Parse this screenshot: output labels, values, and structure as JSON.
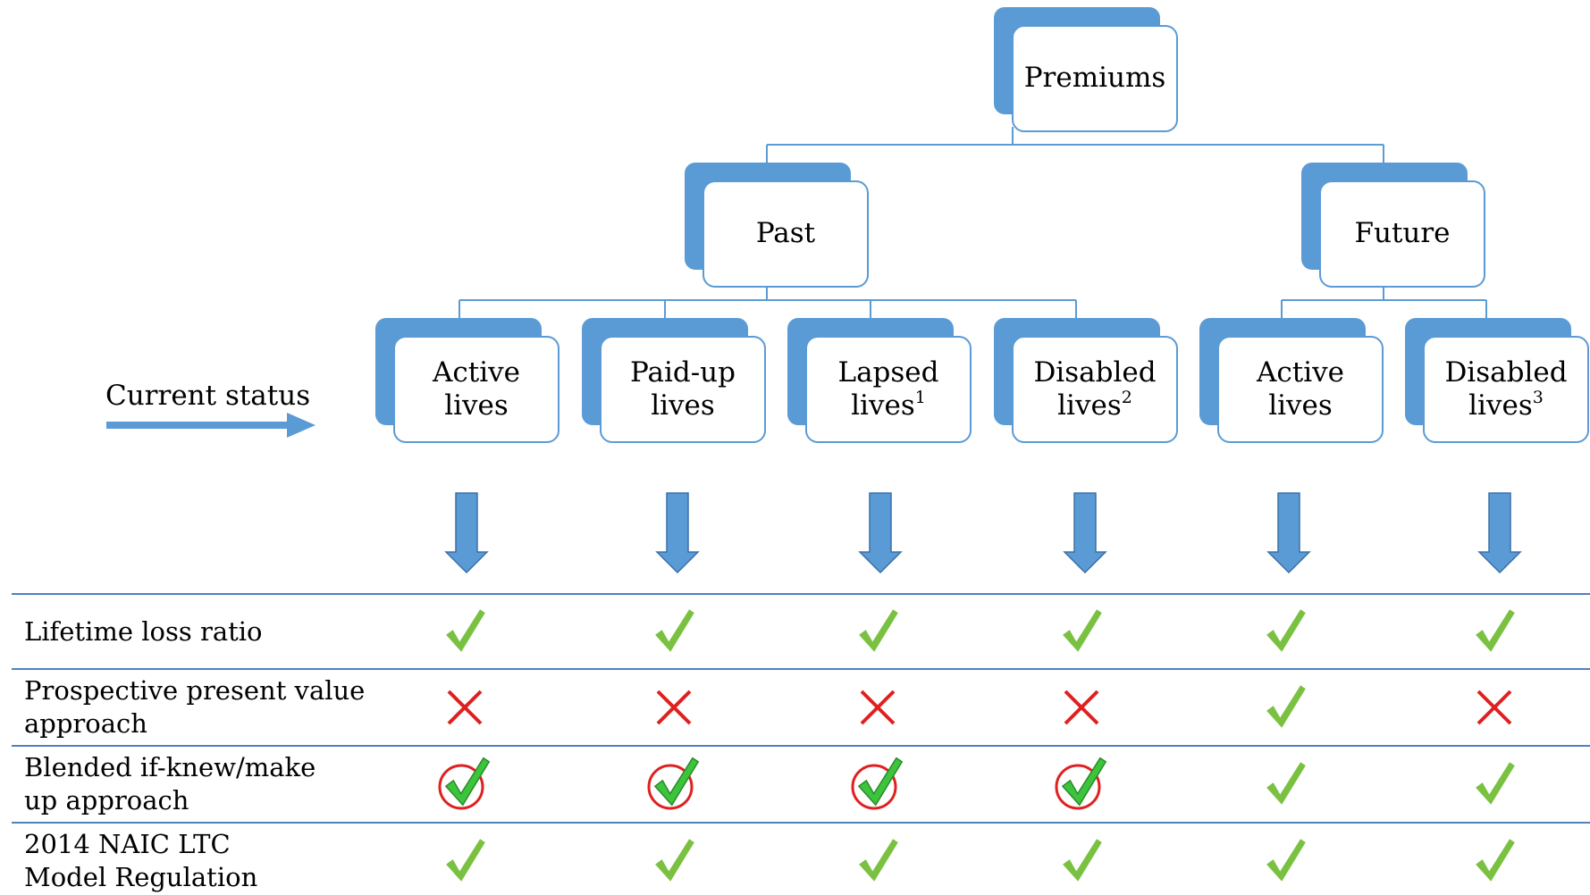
{
  "root": {
    "label": "Premiums"
  },
  "level1": [
    {
      "label": "Past"
    },
    {
      "label": "Future"
    }
  ],
  "leaves": [
    {
      "line1": "Active",
      "line2": "lives",
      "sup": ""
    },
    {
      "line1": "Paid-up",
      "line2": "lives",
      "sup": ""
    },
    {
      "line1": "Lapsed",
      "line2": "lives",
      "sup": "1"
    },
    {
      "line1": "Disabled",
      "line2": "lives",
      "sup": "2"
    },
    {
      "line1": "Active",
      "line2": "lives",
      "sup": ""
    },
    {
      "line1": "Disabled",
      "line2": "lives",
      "sup": "3"
    }
  ],
  "status_label": "Current status",
  "rows": [
    {
      "label": "Lifetime loss ratio",
      "marks": [
        "check",
        "check",
        "check",
        "check",
        "check",
        "check"
      ]
    },
    {
      "label": "Prospective present value approach",
      "marks": [
        "cross",
        "cross",
        "cross",
        "cross",
        "check",
        "cross"
      ]
    },
    {
      "label": "Blended if-knew/make up approach",
      "marks": [
        "circled-check",
        "circled-check",
        "circled-check",
        "circled-check",
        "check",
        "check"
      ]
    },
    {
      "label": "2014 NAIC LTC Model Regulation",
      "marks": [
        "check",
        "check",
        "check",
        "check",
        "check",
        "check"
      ]
    }
  ],
  "colors": {
    "node_blue": "#5b9bd5",
    "arrow_blue": "#5b9bd5",
    "check_green": "#7ac142",
    "cross_red": "#e02020",
    "table_line": "#4f81bd"
  }
}
